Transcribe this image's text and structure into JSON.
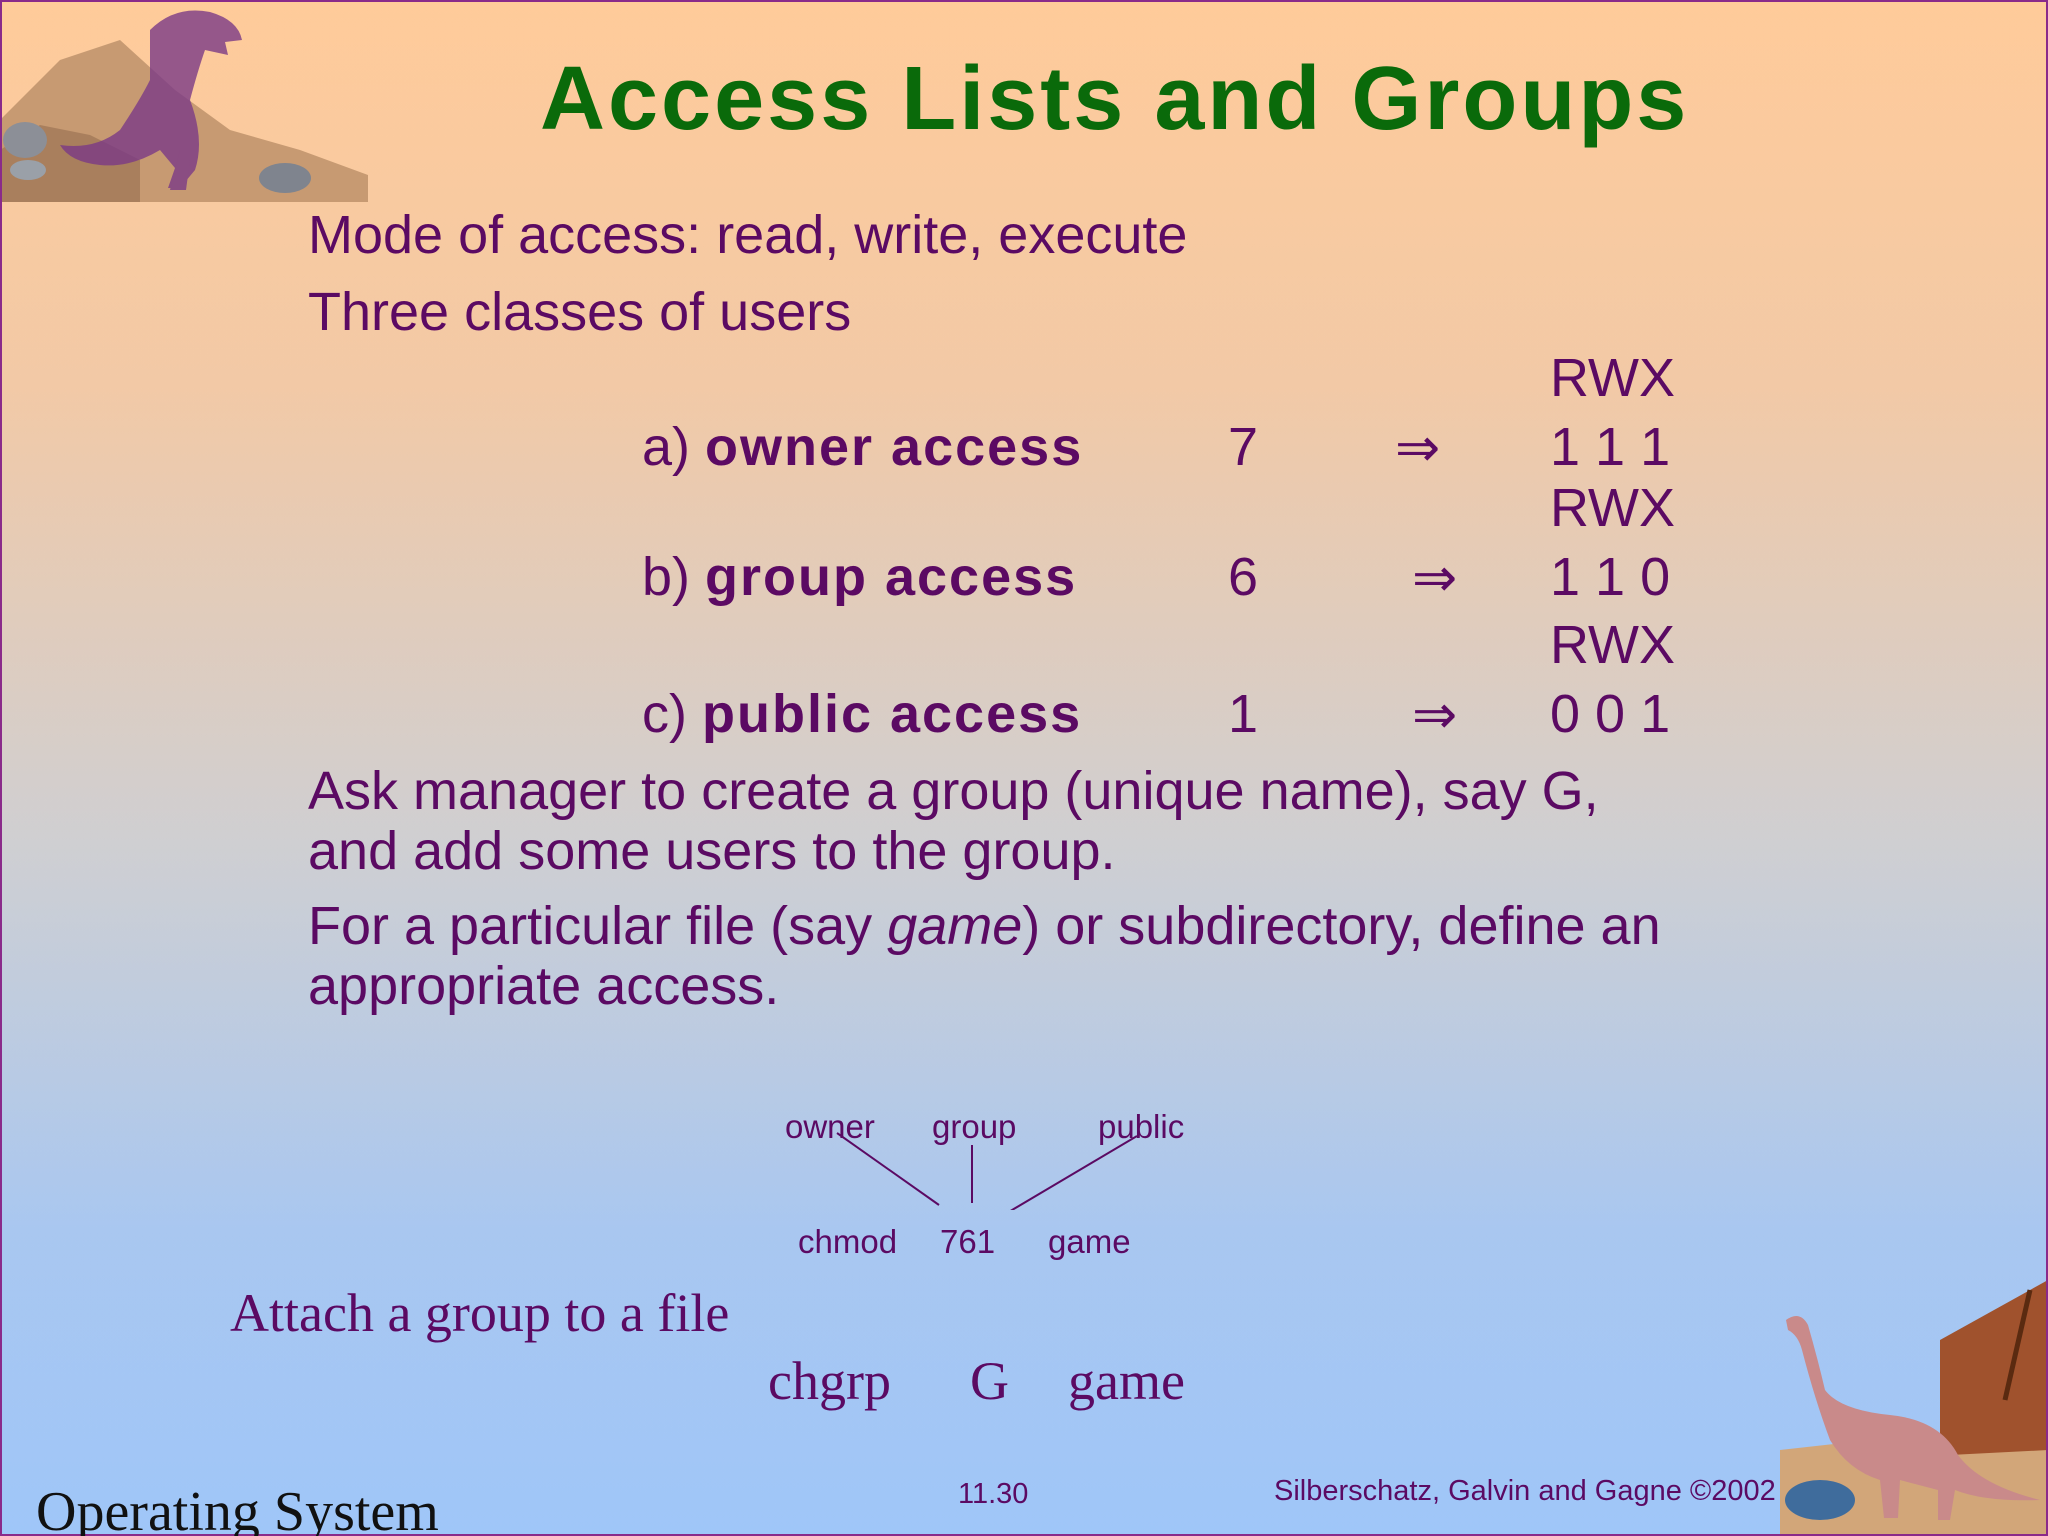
{
  "title": "Access Lists and Groups",
  "bullets": {
    "mode": "Mode of access:  read, write, execute",
    "classes": "Three classes of users",
    "ask_line1": "Ask manager to create a group (unique name), say G,",
    "ask_line2": "and add some users to the group.",
    "file_prefix": "For a particular file (say ",
    "file_italic": "game",
    "file_suffix": ") or subdirectory, define an",
    "file_line2": "appropriate access."
  },
  "access_table": [
    {
      "prefix": "a)",
      "label": "owner access",
      "value": "7",
      "arrow": "⇒",
      "header": "RWX",
      "bits": "1 1 1"
    },
    {
      "prefix": "b)",
      "label": "group access",
      "value": "6",
      "arrow": "⇒",
      "header": "RWX",
      "bits": "1 1 0"
    },
    {
      "prefix": "c)",
      "label": "public access",
      "value": "1",
      "arrow": "⇒",
      "header": "RWX",
      "bits": "0 0 1"
    }
  ],
  "chmod_diagram": {
    "labels": [
      "owner",
      "group",
      "public"
    ],
    "command": "chmod",
    "mode": "761",
    "file": "game"
  },
  "attach": {
    "heading": "Attach a group to a file",
    "command": "chgrp",
    "group": "G",
    "file": "game"
  },
  "footer": {
    "course": "Operating System",
    "page": "11.30",
    "copyright": "Silberschatz, Galvin and  Gagne ©2002"
  }
}
